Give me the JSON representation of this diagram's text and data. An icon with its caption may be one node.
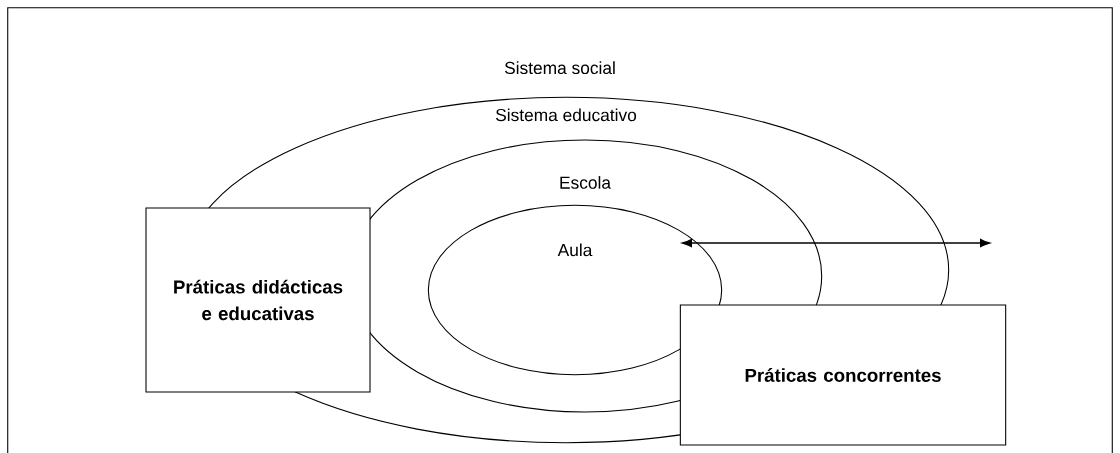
{
  "diagram": {
    "nodes": [
      {
        "text": [
          "Sistema social"
        ]
      },
      {
        "text": [
          "Sistema educativo"
        ],
        "in": 0
      },
      {
        "text": [
          "Escola"
        ],
        "in": 1
      },
      {
        "text": [
          "Aula"
        ],
        "in": 2
      },
      {
        "text": [
          "Práticas didácticas e educativas"
        ],
        "in": 0
      },
      {
        "text": [
          "Práticas concorrentes"
        ],
        "in": 0
      }
    ]
  }
}
